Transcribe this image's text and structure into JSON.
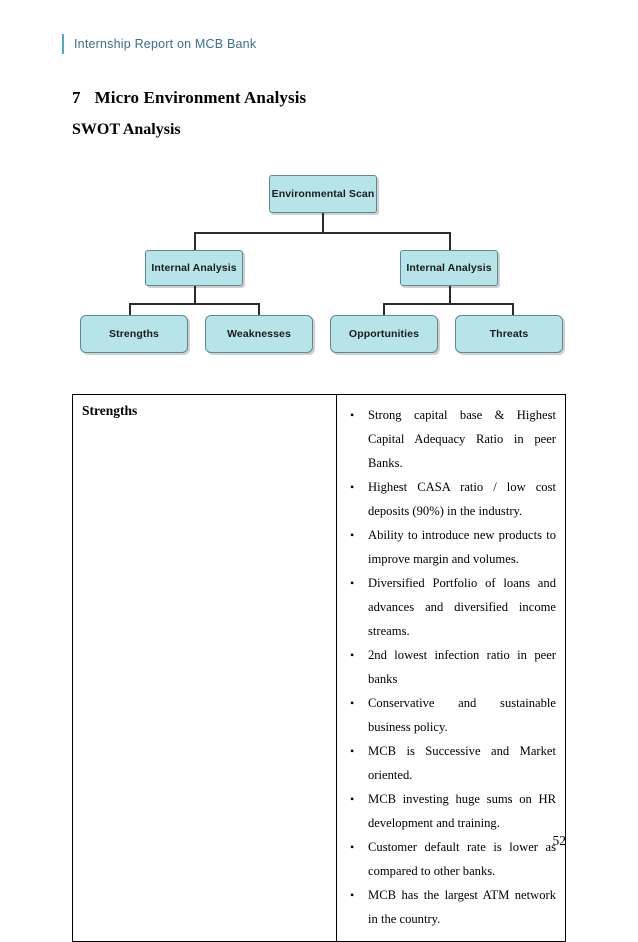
{
  "header": {
    "running_title": "Internship Report on MCB Bank"
  },
  "headings": {
    "section_number": "7",
    "section_title": "Micro Environment Analysis",
    "subsection_title": "SWOT Analysis"
  },
  "diagram": {
    "root": "Environmental Scan",
    "level2": [
      "Internal Analysis",
      "Internal Analysis"
    ],
    "level3": [
      "Strengths",
      "Weaknesses",
      "Opportunities",
      "Threats"
    ],
    "node_fill": "#b6e4e8",
    "node_border": "#5a8a93",
    "connector_color": "#2b2b2b"
  },
  "table": {
    "category": "Strengths",
    "points": [
      "Strong capital base & Highest Capital Adequacy Ratio in peer Banks.",
      "Highest CASA ratio / low cost deposits (90%) in the industry.",
      "Ability to introduce new products to improve margin and volumes.",
      "Diversified Portfolio of loans and advances and diversified income streams.",
      "2nd lowest infection ratio in peer banks",
      "Conservative and sustainable business policy.",
      "MCB is Successive and Market oriented.",
      "MCB investing huge sums on HR development and training.",
      "Customer default rate is lower as compared to other banks.",
      "MCB has the largest ATM network in the country."
    ]
  },
  "footer": {
    "page_number": "52"
  }
}
